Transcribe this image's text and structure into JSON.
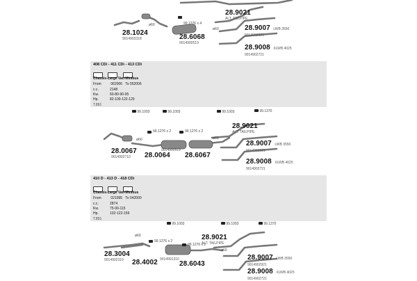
{
  "section1": {
    "parts": {
      "p1": {
        "num": "28.1024",
        "sub": "9014903318"
      },
      "p2": {
        "num": "28.6068",
        "sub": "9014900519"
      },
      "p3": {
        "num": "28.9021",
        "sub": "ALT. TAILPIPE"
      },
      "p4": {
        "num": "28.9007",
        "sub": "9014902921",
        "tag": "LWB 3550"
      },
      "p5": {
        "num": "28.9008",
        "sub": "9014902721",
        "tag": "XLWB 4025"
      }
    },
    "labels": {
      "o1": "ø60",
      "o2": "ø60",
      "clamp": "99.1276 x 4"
    }
  },
  "band1": {
    "title": "408 CDi - 411 CDi - 413 CDi",
    "body": "Chassis-Large Van-Minibus",
    "from_label": "From",
    "from": "062006",
    "to_label": "To",
    "to": "052006",
    "rows": [
      {
        "k": "c.c.",
        "v": "2148"
      },
      {
        "k": "Kw.",
        "v": "60-80-90-95"
      },
      {
        "k": "Hp.",
        "v": "82-109-122-129"
      }
    ],
    "note": "T.891"
  },
  "section2": {
    "clamps": [
      "99.1003",
      "99.1003",
      "99.1003",
      "99.1370"
    ],
    "parts": {
      "p1": {
        "num": "28.0067",
        "sub": "9014902710"
      },
      "p2": {
        "num": "28.0064"
      },
      "p3": {
        "num": "28.6067",
        "sub": "9014900519"
      },
      "p4": {
        "num": "28.9021",
        "sub": "ALT. TAILPIPE"
      },
      "p5": {
        "num": "28.9007",
        "sub": "9014902921",
        "tag": "LWB 3550"
      },
      "p6": {
        "num": "28.9008",
        "sub": "9014902721",
        "tag": "XLWB 4025"
      }
    },
    "labels": {
      "o1": "ø60",
      "o2": "ø60",
      "c1": "99.1276 x 2",
      "c2": "99.1276 x 2"
    }
  },
  "band2": {
    "title": "410 D - 413 D - 418 CDi",
    "body": "Chassis-Large Van-Minibus",
    "from_label": "From",
    "from": "021995",
    "to_label": "To",
    "to": "042000",
    "rows": [
      {
        "k": "c.c.",
        "v": "2874"
      },
      {
        "k": "Kw.",
        "v": "75-90-115"
      },
      {
        "k": "Hp.",
        "v": "102-122-156"
      }
    ],
    "note": "T.891"
  },
  "section3": {
    "clamps": [
      "99.1003",
      "99.1003",
      "99.1370"
    ],
    "parts": {
      "p1": {
        "num": "28.3004",
        "sub": "9014902310"
      },
      "p2": {
        "num": "28.4002"
      },
      "p3": {
        "num": "28.6043",
        "sub": "9014901310"
      },
      "p4": {
        "num": "28.9021",
        "sub": "ALT. TAILPIPE"
      },
      "p5": {
        "num": "28.9007",
        "sub": "9014902921",
        "tag": "LWB 3550"
      },
      "p6": {
        "num": "28.9008",
        "sub": "9014902721",
        "tag": "XLWB 4025"
      }
    },
    "labels": {
      "o1": "ø60",
      "o2": "ø60",
      "c1": "99.1276 x 2",
      "c2": "99.1276 x 2"
    }
  }
}
